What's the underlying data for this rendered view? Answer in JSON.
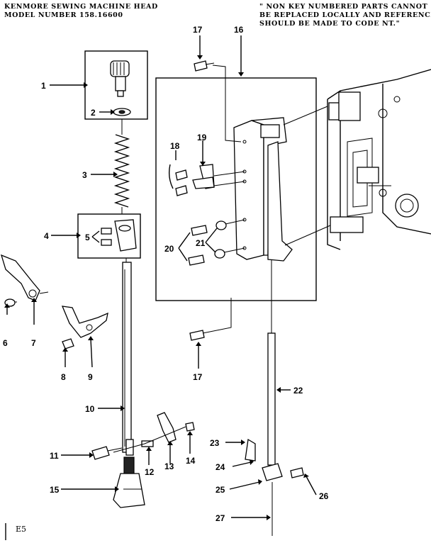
{
  "header": {
    "title_line1": "KENMORE SEWING MACHINE HEAD",
    "title_line2": "MODEL NUMBER 158.16600",
    "note_line1": "\" NON KEY NUMBERED PARTS CANNOT",
    "note_line2": "BE REPLACED LOCALLY AND REFERENCE",
    "note_line3": "SHOULD BE MADE TO CODE NT.\""
  },
  "page_code": "E5",
  "callouts": [
    "1",
    "2",
    "3",
    "4",
    "5",
    "6",
    "7",
    "8",
    "9",
    "10",
    "11",
    "12",
    "13",
    "14",
    "15",
    "16",
    "17",
    "17",
    "18",
    "19",
    "20",
    "21",
    "22",
    "23",
    "24",
    "25",
    "26",
    "27"
  ]
}
